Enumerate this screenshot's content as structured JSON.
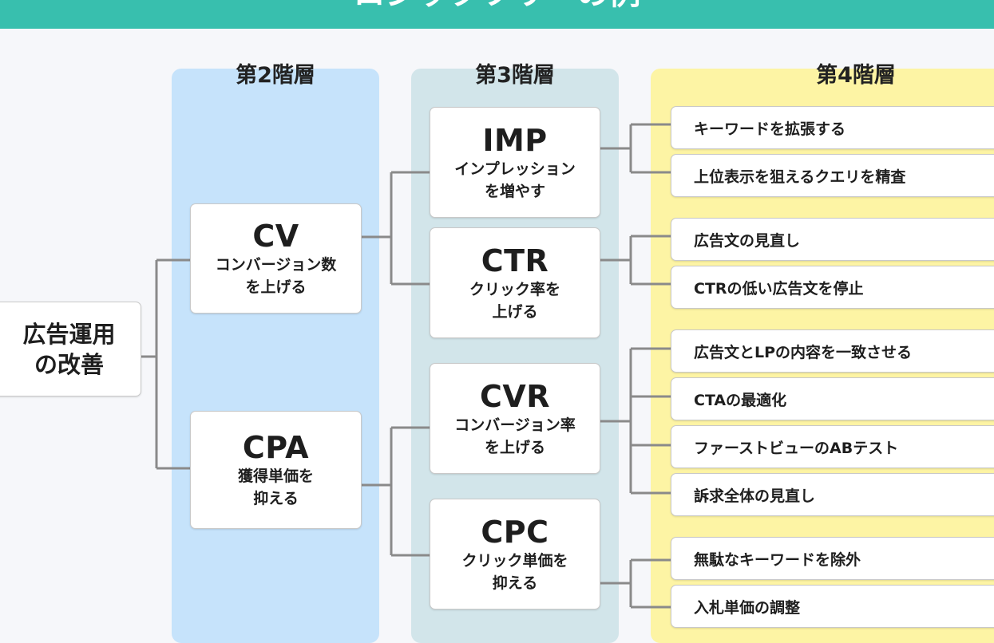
{
  "title": "ロジックツリーの例",
  "columns": {
    "layer2": "第2階層",
    "layer3": "第3階層",
    "layer4": "第4階層"
  },
  "root": {
    "label": "広告運用\nの改善"
  },
  "level2": [
    {
      "metric": "CV",
      "desc": "コンバージョン数\nを上げる"
    },
    {
      "metric": "CPA",
      "desc": "獲得単価を\n抑える"
    }
  ],
  "level3": [
    {
      "metric": "IMP",
      "desc": "インプレッション\nを増やす"
    },
    {
      "metric": "CTR",
      "desc": "クリック率を\n上げる"
    },
    {
      "metric": "CVR",
      "desc": "コンバージョン率\nを上げる"
    },
    {
      "metric": "CPC",
      "desc": "クリック単価を\n抑える"
    }
  ],
  "level4": [
    "キーワードを拡張する",
    "上位表示を狙えるクエリを精査",
    "広告文の見直し",
    "CTRの低い広告文を停止",
    "広告文とLPの内容を一致させる",
    "CTAの最適化",
    "ファーストビューのABテスト",
    "訴求全体の見直し",
    "無駄なキーワードを除外",
    "入札単価の調整"
  ],
  "colors": {
    "banner": "#38bfae",
    "layer2_bg": "#c6e3fb",
    "layer3_bg": "#d2e5ea",
    "layer4_bg": "#fdf4a4",
    "connector": "#8a8a8a"
  }
}
